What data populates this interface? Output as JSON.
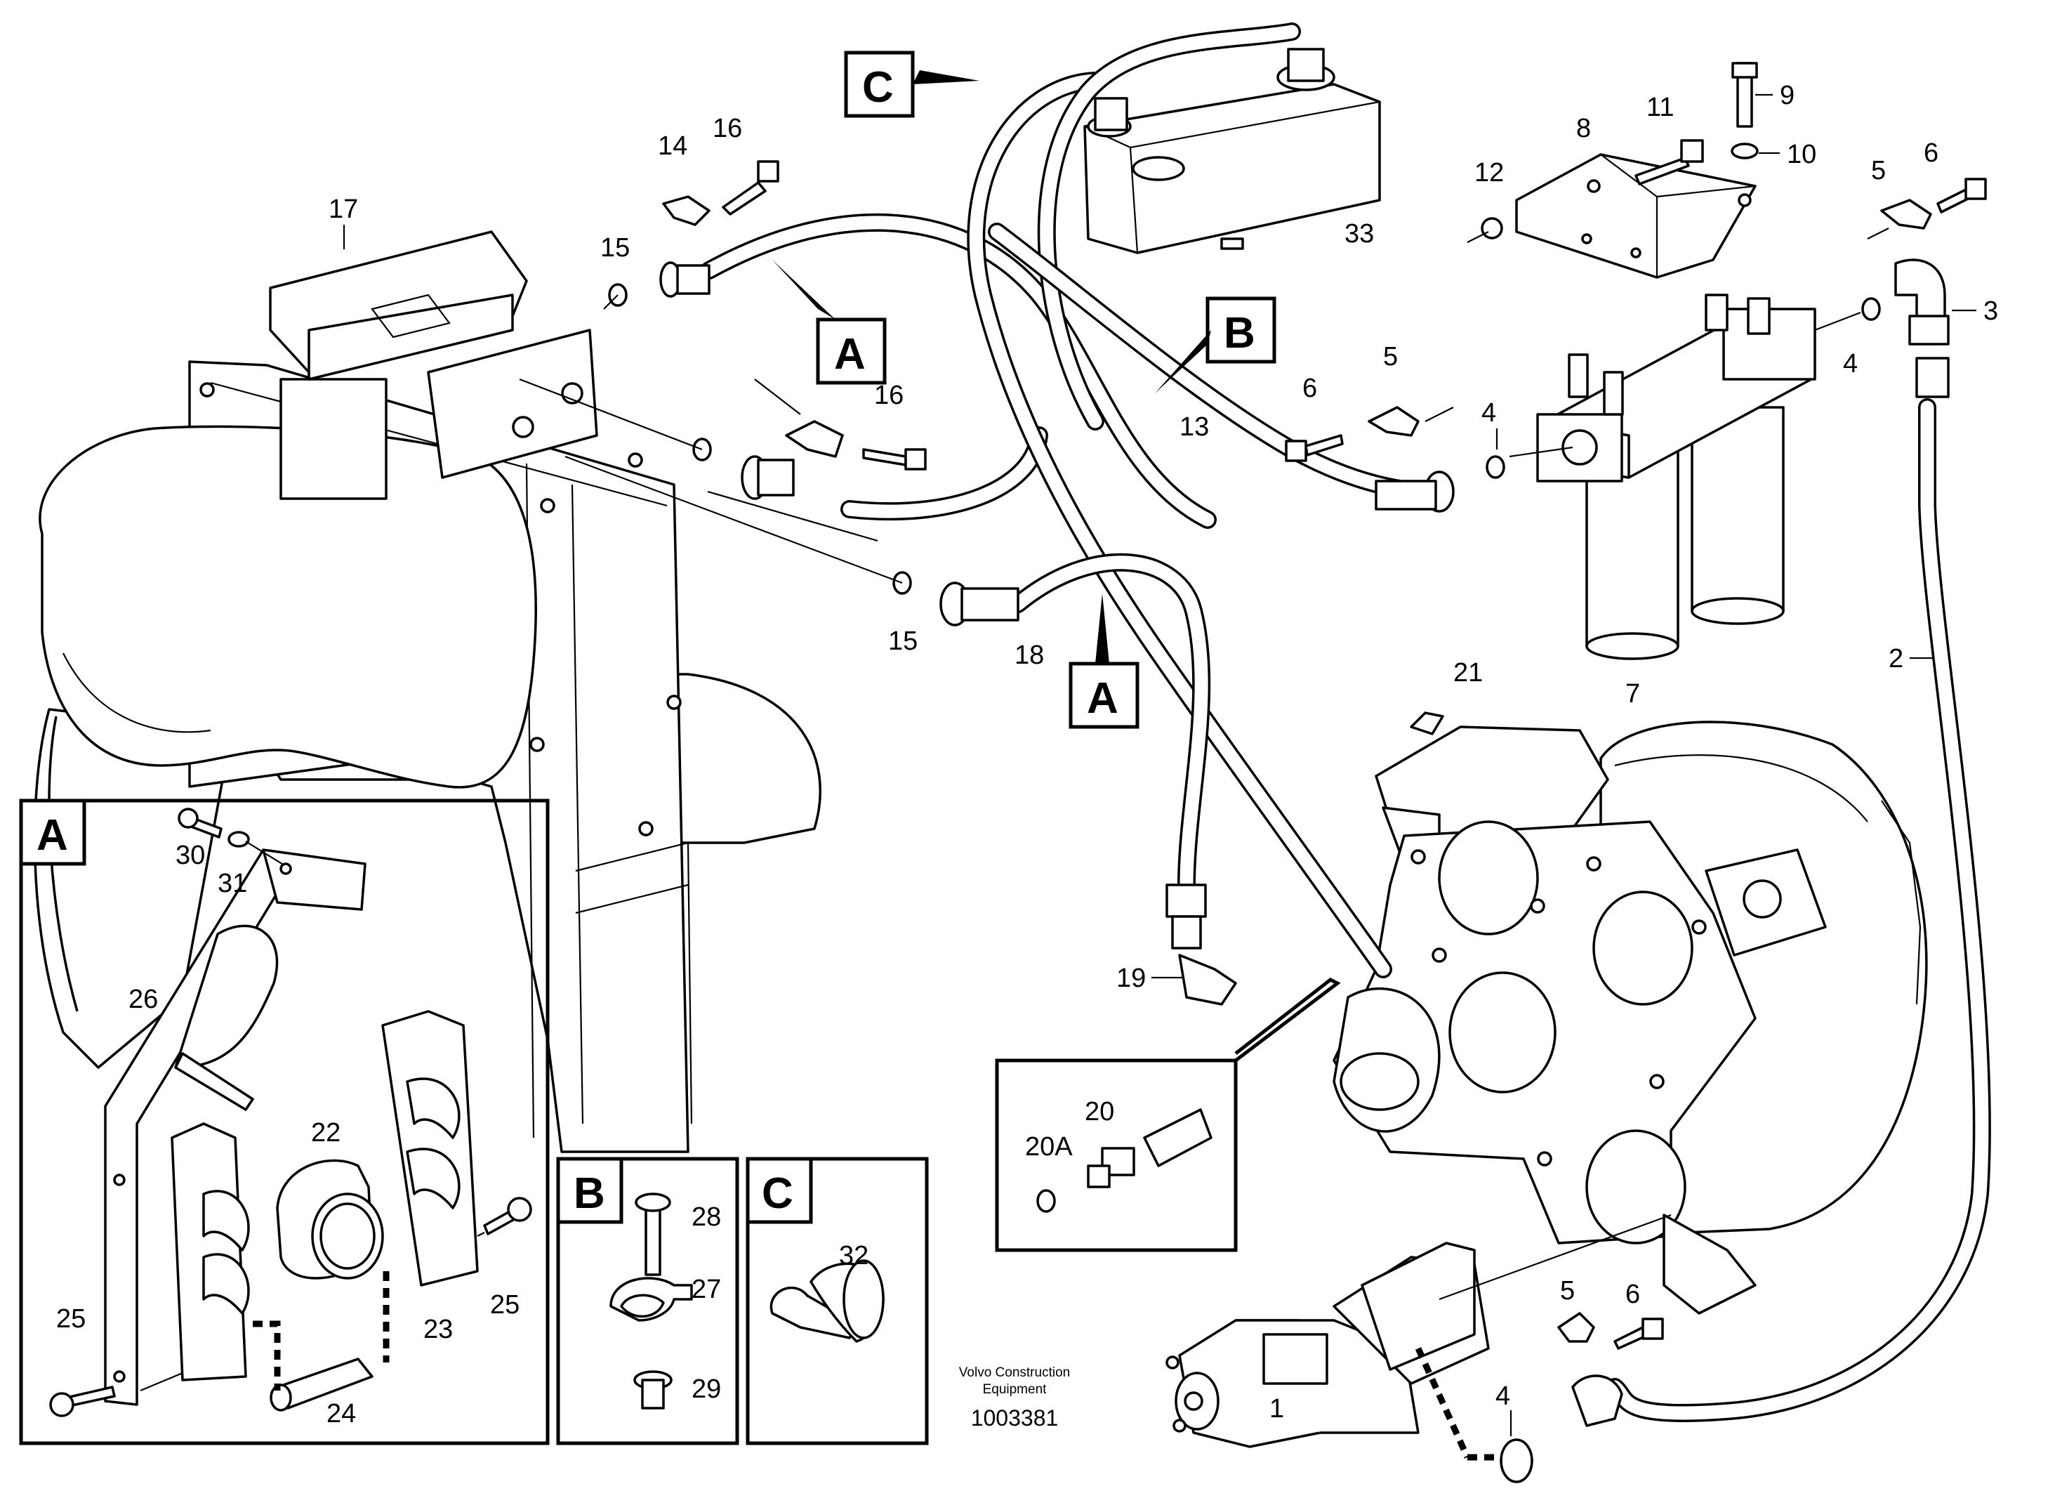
{
  "callouts": {
    "a1": "A",
    "a2": "A",
    "b": "B",
    "c": "C"
  },
  "inset_titles": {
    "a": "A",
    "b": "B",
    "c": "C"
  },
  "parts": {
    "p1": "1",
    "p2": "2",
    "p3": "3",
    "p4a": "4",
    "p4b": "4",
    "p4c": "4",
    "p5a": "5",
    "p5b": "5",
    "p5c": "5",
    "p6a": "6",
    "p6b": "6",
    "p6c": "6",
    "p7": "7",
    "p8": "8",
    "p9": "9",
    "p10": "10",
    "p11": "11",
    "p12": "12",
    "p13": "13",
    "p14": "14",
    "p15a": "15",
    "p15b": "15",
    "p16a": "16",
    "p16b": "16",
    "p17": "17",
    "p18": "18",
    "p19": "19",
    "p20": "20",
    "p20a": "20A",
    "p21": "21",
    "p22": "22",
    "p23": "23",
    "p24": "24",
    "p25a": "25",
    "p25b": "25",
    "p26": "26",
    "p27": "27",
    "p28": "28",
    "p29": "29",
    "p30": "30",
    "p31": "31",
    "p32": "32",
    "p33": "33"
  },
  "footer": {
    "company_line1": "Volvo Construction",
    "company_line2": "Equipment",
    "drawing_number": "1003381"
  }
}
